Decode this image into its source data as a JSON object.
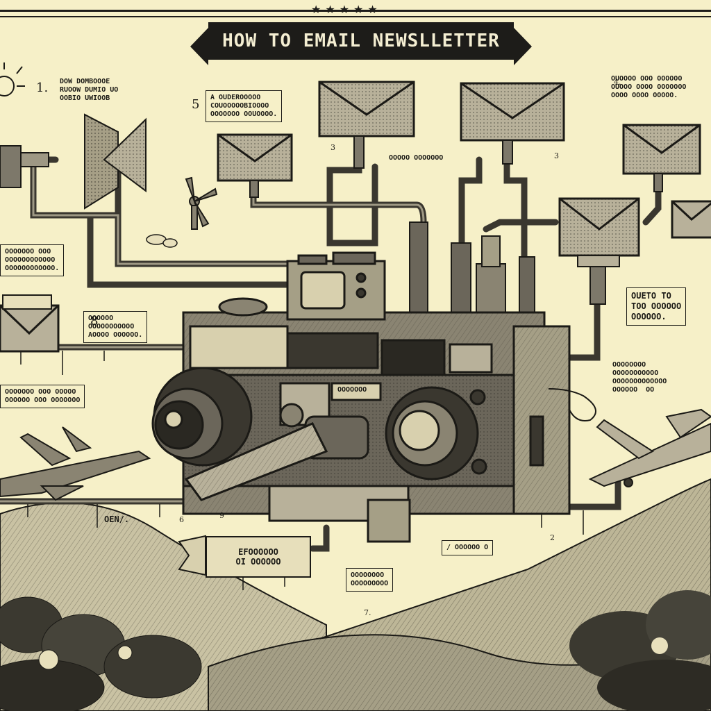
{
  "header": {
    "title": "HOW TO EMAIL NEWSLLETTER",
    "stars": "★★★★★"
  },
  "callouts": {
    "top_left": "DOW DOMBOOOE\nRUOOW DUMIO UO\nOOBIO UWIOOB",
    "step5_box": "A OUDEROOOOO\nCOUOOOOOBIOOOO\nOOOOOOO OOUOOOO.",
    "top_right": "OUOOOO OOO OOOOOO\nOUOOO OOOO OOOOOOO\nOOOO OOOO OOOOO.",
    "left_mid": "OOOOOOO OOO\nOOOOOOOOOOOO\nOOOOOOOOOOOO.",
    "step8_box": "OOOOOO\nOOOOOOOOOOO\nAOOOO OOOOOO.",
    "left_lower": "OOOOOOO OOO OOOOO\nOOOOOO OOO OOOOOOO",
    "right_mid_box": "OUETO TO\nTOO OOOOOO\nOOOOOO.",
    "right_lower": "OOOOOOOO\nOOOOOOOOOOO\nOOOOOOOOOOOOO\nOOOOOO  OO",
    "pipe_tag": "OOOOO OOOOOOO",
    "meter_label": "OOOOOOO",
    "sign": "EFOOOOOO\nOI OOOOOO",
    "bottom_box": "OOOOOOOO\nOOOOOOOOO",
    "mid_box": "/ OOOOOO O",
    "ground_tag": "OEN/."
  },
  "numbers": {
    "n1": "1.",
    "n5": "5",
    "n8": "8",
    "n3a": "3",
    "n3b": "3",
    "n4": "4.",
    "n6": "6",
    "n2": "2",
    "n9": "9",
    "n7": "7."
  },
  "colors": {
    "paper": "#f6f0c8",
    "ink": "#1b1a16",
    "envelope": "#b8b19a",
    "metal": "#6b665a",
    "hill": "#8f8a76"
  }
}
